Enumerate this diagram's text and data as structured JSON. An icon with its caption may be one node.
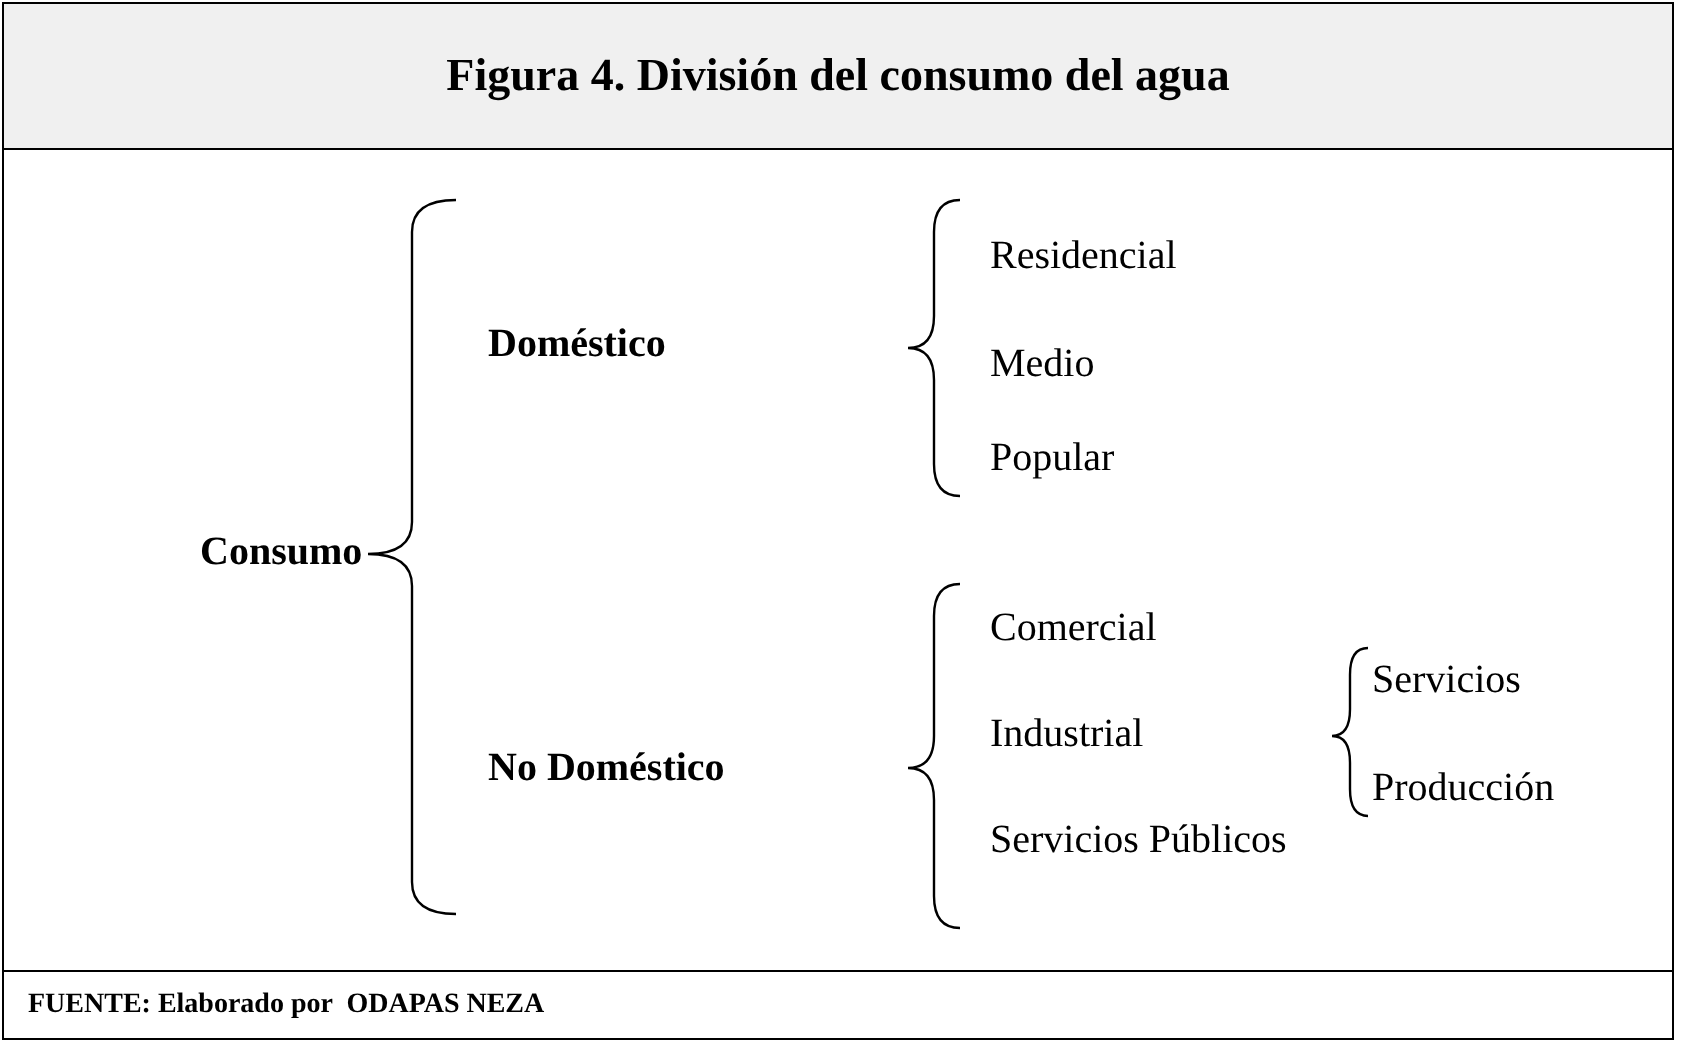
{
  "diagram": {
    "title": "Figura 4. División del consumo del agua",
    "caption": "FUENTE: Elaborado por  ODAPAS NEZA",
    "labels": [
      "Consumo",
      "Doméstico",
      "Residencial",
      "Medio",
      "Popular",
      "No Doméstico",
      "Comercial",
      "Industrial",
      "Servicios",
      "Producción",
      "Servicios Públicos"
    ]
  }
}
